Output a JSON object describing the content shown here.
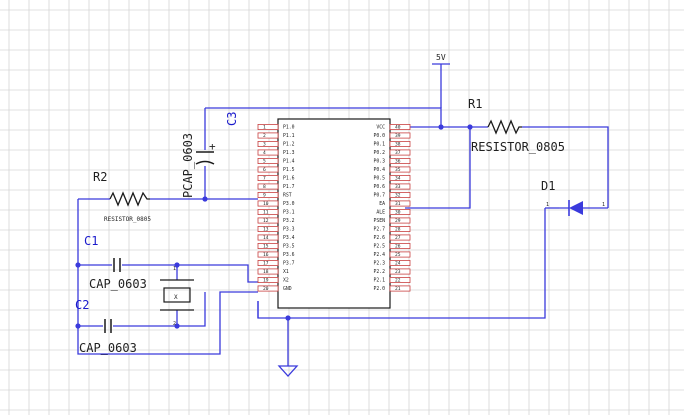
{
  "colors": {
    "grid": "#d6d6d6",
    "wire": "#3a3adc",
    "part": "#1a1a1a",
    "pin": "#c84040",
    "label": "#1f1f1f",
    "refdes": "#1a1acc"
  },
  "labels": {
    "power": "5V",
    "r1_ref": "R1",
    "r1_value": "RESISTOR_0805",
    "r2_ref": "R2",
    "r2_value": "RESISTOR_0805",
    "c1_ref": "C1",
    "c1_value": "CAP_0603",
    "c2_ref": "C2",
    "c2_value": "CAP_0603",
    "c3_ref": "C3",
    "c3_value": "PCAP_0603",
    "d1_ref": "D1",
    "c3_plus": "+",
    "xtal_mark": "X"
  },
  "chip": {
    "left_pins": [
      {
        "num": "1",
        "name": "P1.0"
      },
      {
        "num": "2",
        "name": "P1.1"
      },
      {
        "num": "3",
        "name": "P1.2"
      },
      {
        "num": "4",
        "name": "P1.3"
      },
      {
        "num": "5",
        "name": "P1.4"
      },
      {
        "num": "6",
        "name": "P1.5"
      },
      {
        "num": "7",
        "name": "P1.6"
      },
      {
        "num": "8",
        "name": "P1.7"
      },
      {
        "num": "9",
        "name": "RST"
      },
      {
        "num": "10",
        "name": "P3.0"
      },
      {
        "num": "11",
        "name": "P3.1"
      },
      {
        "num": "12",
        "name": "P3.2"
      },
      {
        "num": "13",
        "name": "P3.3"
      },
      {
        "num": "14",
        "name": "P3.4"
      },
      {
        "num": "15",
        "name": "P3.5"
      },
      {
        "num": "16",
        "name": "P3.6"
      },
      {
        "num": "17",
        "name": "P3.7"
      },
      {
        "num": "18",
        "name": "X1"
      },
      {
        "num": "19",
        "name": "X2"
      },
      {
        "num": "20",
        "name": "GND"
      }
    ],
    "right_pins": [
      {
        "num": "40",
        "name": "VCC"
      },
      {
        "num": "39",
        "name": "P0.0"
      },
      {
        "num": "38",
        "name": "P0.1"
      },
      {
        "num": "37",
        "name": "P0.2"
      },
      {
        "num": "36",
        "name": "P0.3"
      },
      {
        "num": "35",
        "name": "P0.4"
      },
      {
        "num": "34",
        "name": "P0.5"
      },
      {
        "num": "33",
        "name": "P0.6"
      },
      {
        "num": "32",
        "name": "P0.7"
      },
      {
        "num": "31",
        "name": "EA"
      },
      {
        "num": "30",
        "name": "ALE"
      },
      {
        "num": "29",
        "name": "PSEN"
      },
      {
        "num": "28",
        "name": "P2.7"
      },
      {
        "num": "27",
        "name": "P2.6"
      },
      {
        "num": "26",
        "name": "P2.5"
      },
      {
        "num": "25",
        "name": "P2.4"
      },
      {
        "num": "24",
        "name": "P2.3"
      },
      {
        "num": "23",
        "name": "P2.2"
      },
      {
        "num": "22",
        "name": "P2.1"
      },
      {
        "num": "21",
        "name": "P2.0"
      }
    ]
  }
}
